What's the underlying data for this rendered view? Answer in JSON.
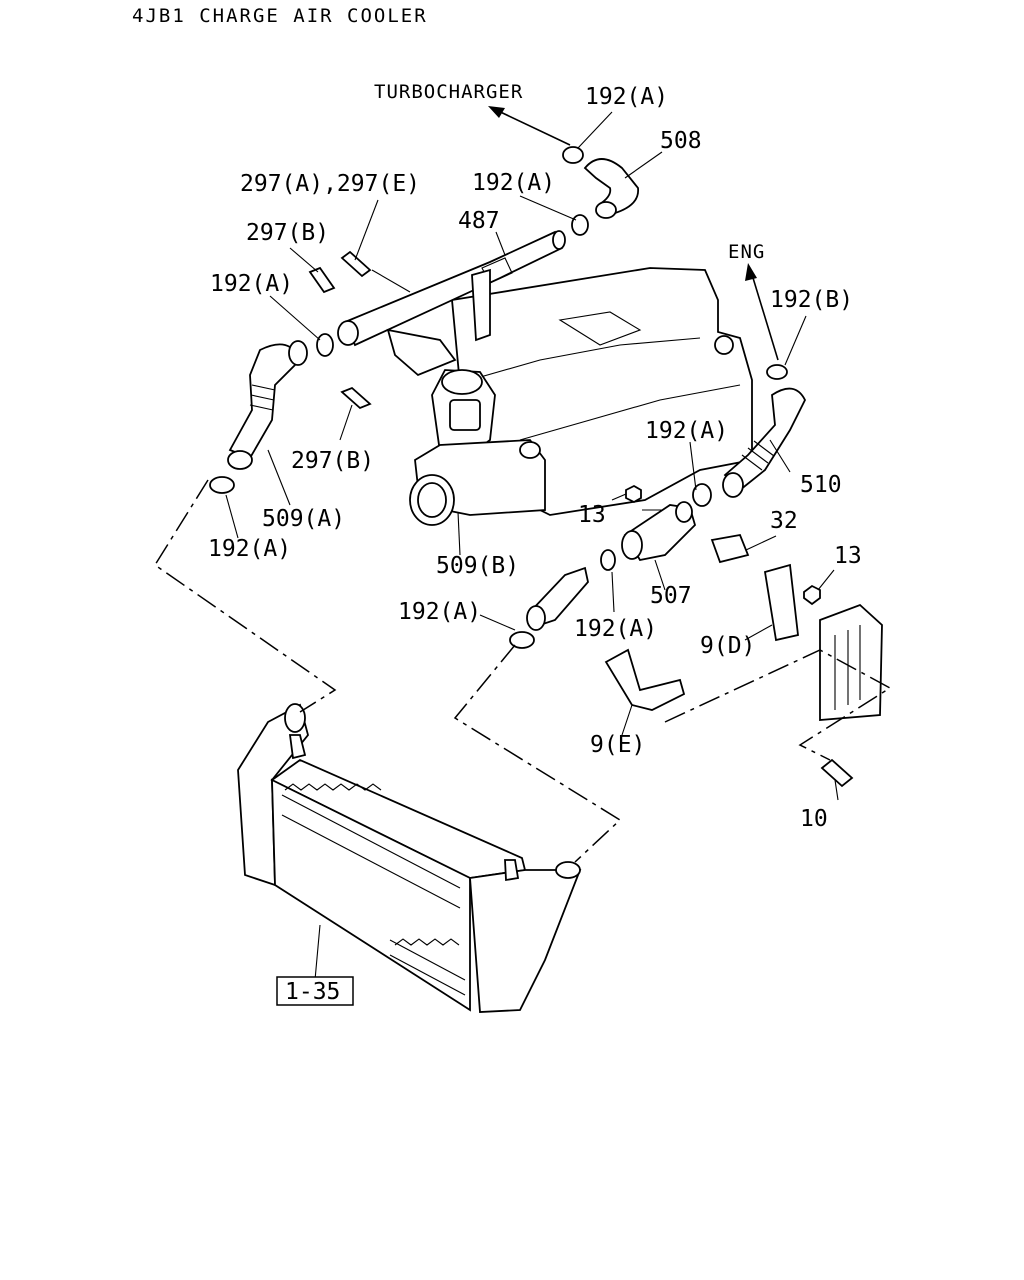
{
  "title": "4JB1 CHARGE AIR COOLER",
  "direction_labels": {
    "turbocharger": "TURBOCHARGER",
    "eng": "ENG"
  },
  "part_labels": {
    "p192a_top": "192(A)",
    "p508": "508",
    "p297ae": "297(A),297(E)",
    "p192a_upper": "192(A)",
    "p487": "487",
    "p297b_upper": "297(B)",
    "p192a_left": "192(A)",
    "p192b": "192(B)",
    "p297b_lower": "297(B)",
    "p192a_right": "192(A)",
    "p510": "510",
    "p509a": "509(A)",
    "p192a_lowleft": "192(A)",
    "p13_left": "13",
    "p32": "32",
    "p13_right": "13",
    "p509b": "509(B)",
    "p507": "507",
    "p192a_mid": "192(A)",
    "p192a_midright": "192(A)",
    "p9d": "9(D)",
    "p9e": "9(E)",
    "p10": "10",
    "ref_1_35": "1-35"
  }
}
